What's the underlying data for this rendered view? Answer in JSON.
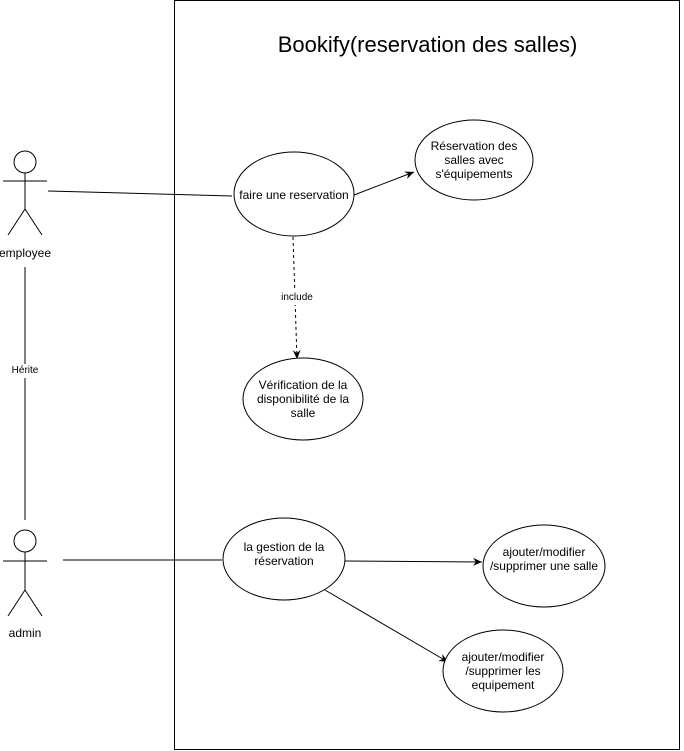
{
  "system": {
    "title": "Bookify(reservation des salles)"
  },
  "actors": {
    "employee": "employee",
    "admin": "admin"
  },
  "use_cases": {
    "faire_reservation": "faire une reservation",
    "reservation_salles": [
      "Réservation des",
      "salles avec",
      "s'équipements"
    ],
    "verification": [
      "Vérification de la",
      "disponibilité de la",
      "salle"
    ],
    "gestion_reservation": [
      "la gestion de la",
      "réservation"
    ],
    "salle_crud": [
      "ajouter/modifier",
      "/supprimer une salle"
    ],
    "equipement_crud": [
      "ajouter/modifier",
      "/supprimer les",
      "equipement"
    ]
  },
  "relations": {
    "include": "include",
    "herite": "Hérite"
  }
}
